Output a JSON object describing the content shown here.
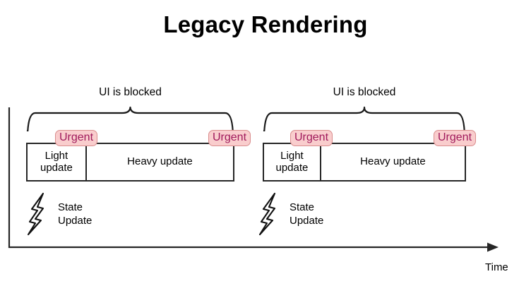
{
  "title": "Legacy Rendering",
  "axis": {
    "time_label": "Time",
    "arrow_icon": "arrow-right-icon",
    "line_color": "#262626"
  },
  "colors": {
    "line": "#262626",
    "badge_fill": "#f9cdcd",
    "badge_border": "#d98d8d",
    "badge_text": "#a01a5c",
    "text": "#000000",
    "background": "#ffffff"
  },
  "blocks": [
    {
      "brace_caption": "UI is blocked",
      "segments": [
        {
          "label": "Light update"
        },
        {
          "label": "Heavy update"
        }
      ],
      "badges": [
        {
          "label": "Urgent"
        },
        {
          "label": "Urgent"
        }
      ],
      "state_update": {
        "icon": "lightning-bolt-icon",
        "label": "State\nUpdate",
        "line1": "State",
        "line2": "Update"
      }
    },
    {
      "brace_caption": "UI is blocked",
      "segments": [
        {
          "label": "Light update"
        },
        {
          "label": "Heavy update"
        }
      ],
      "badges": [
        {
          "label": "Urgent"
        },
        {
          "label": "Urgent"
        }
      ],
      "state_update": {
        "icon": "lightning-bolt-icon",
        "label": "State\nUpdate",
        "line1": "State",
        "line2": "Update"
      }
    }
  ]
}
